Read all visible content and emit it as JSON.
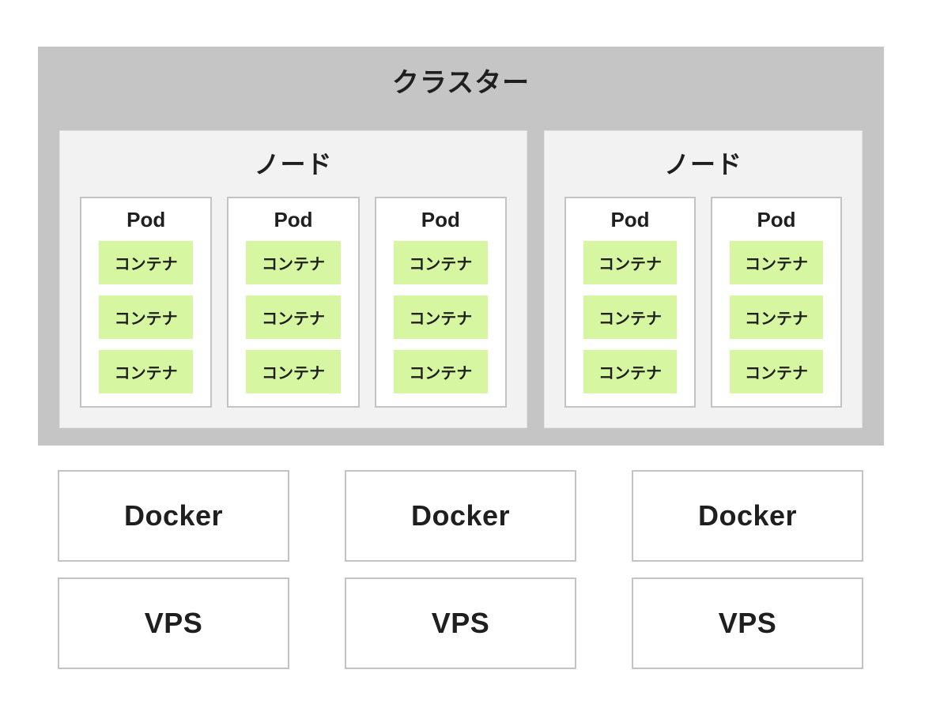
{
  "cluster": {
    "label": "クラスター",
    "nodes": [
      {
        "label": "ノード",
        "pods": [
          {
            "label": "Pod",
            "containers": [
              "コンテナ",
              "コンテナ",
              "コンテナ"
            ]
          },
          {
            "label": "Pod",
            "containers": [
              "コンテナ",
              "コンテナ",
              "コンテナ"
            ]
          },
          {
            "label": "Pod",
            "containers": [
              "コンテナ",
              "コンテナ",
              "コンテナ"
            ]
          }
        ]
      },
      {
        "label": "ノード",
        "pods": [
          {
            "label": "Pod",
            "containers": [
              "コンテナ",
              "コンテナ",
              "コンテナ"
            ]
          },
          {
            "label": "Pod",
            "containers": [
              "コンテナ",
              "コンテナ",
              "コンテナ"
            ]
          }
        ]
      }
    ]
  },
  "infrastructure": [
    {
      "runtime": "Docker",
      "host": "VPS"
    },
    {
      "runtime": "Docker",
      "host": "VPS"
    },
    {
      "runtime": "Docker",
      "host": "VPS"
    }
  ],
  "colors": {
    "cluster_bg": "#c5c5c5",
    "node_bg": "#f2f2f2",
    "node_border": "#e3e3e3",
    "pod_bg": "#ffffff",
    "box_border": "#c3c3c3",
    "container_bg": "#d7f6a1",
    "text": "#1f1f1f",
    "page_bg": "#ffffff"
  }
}
